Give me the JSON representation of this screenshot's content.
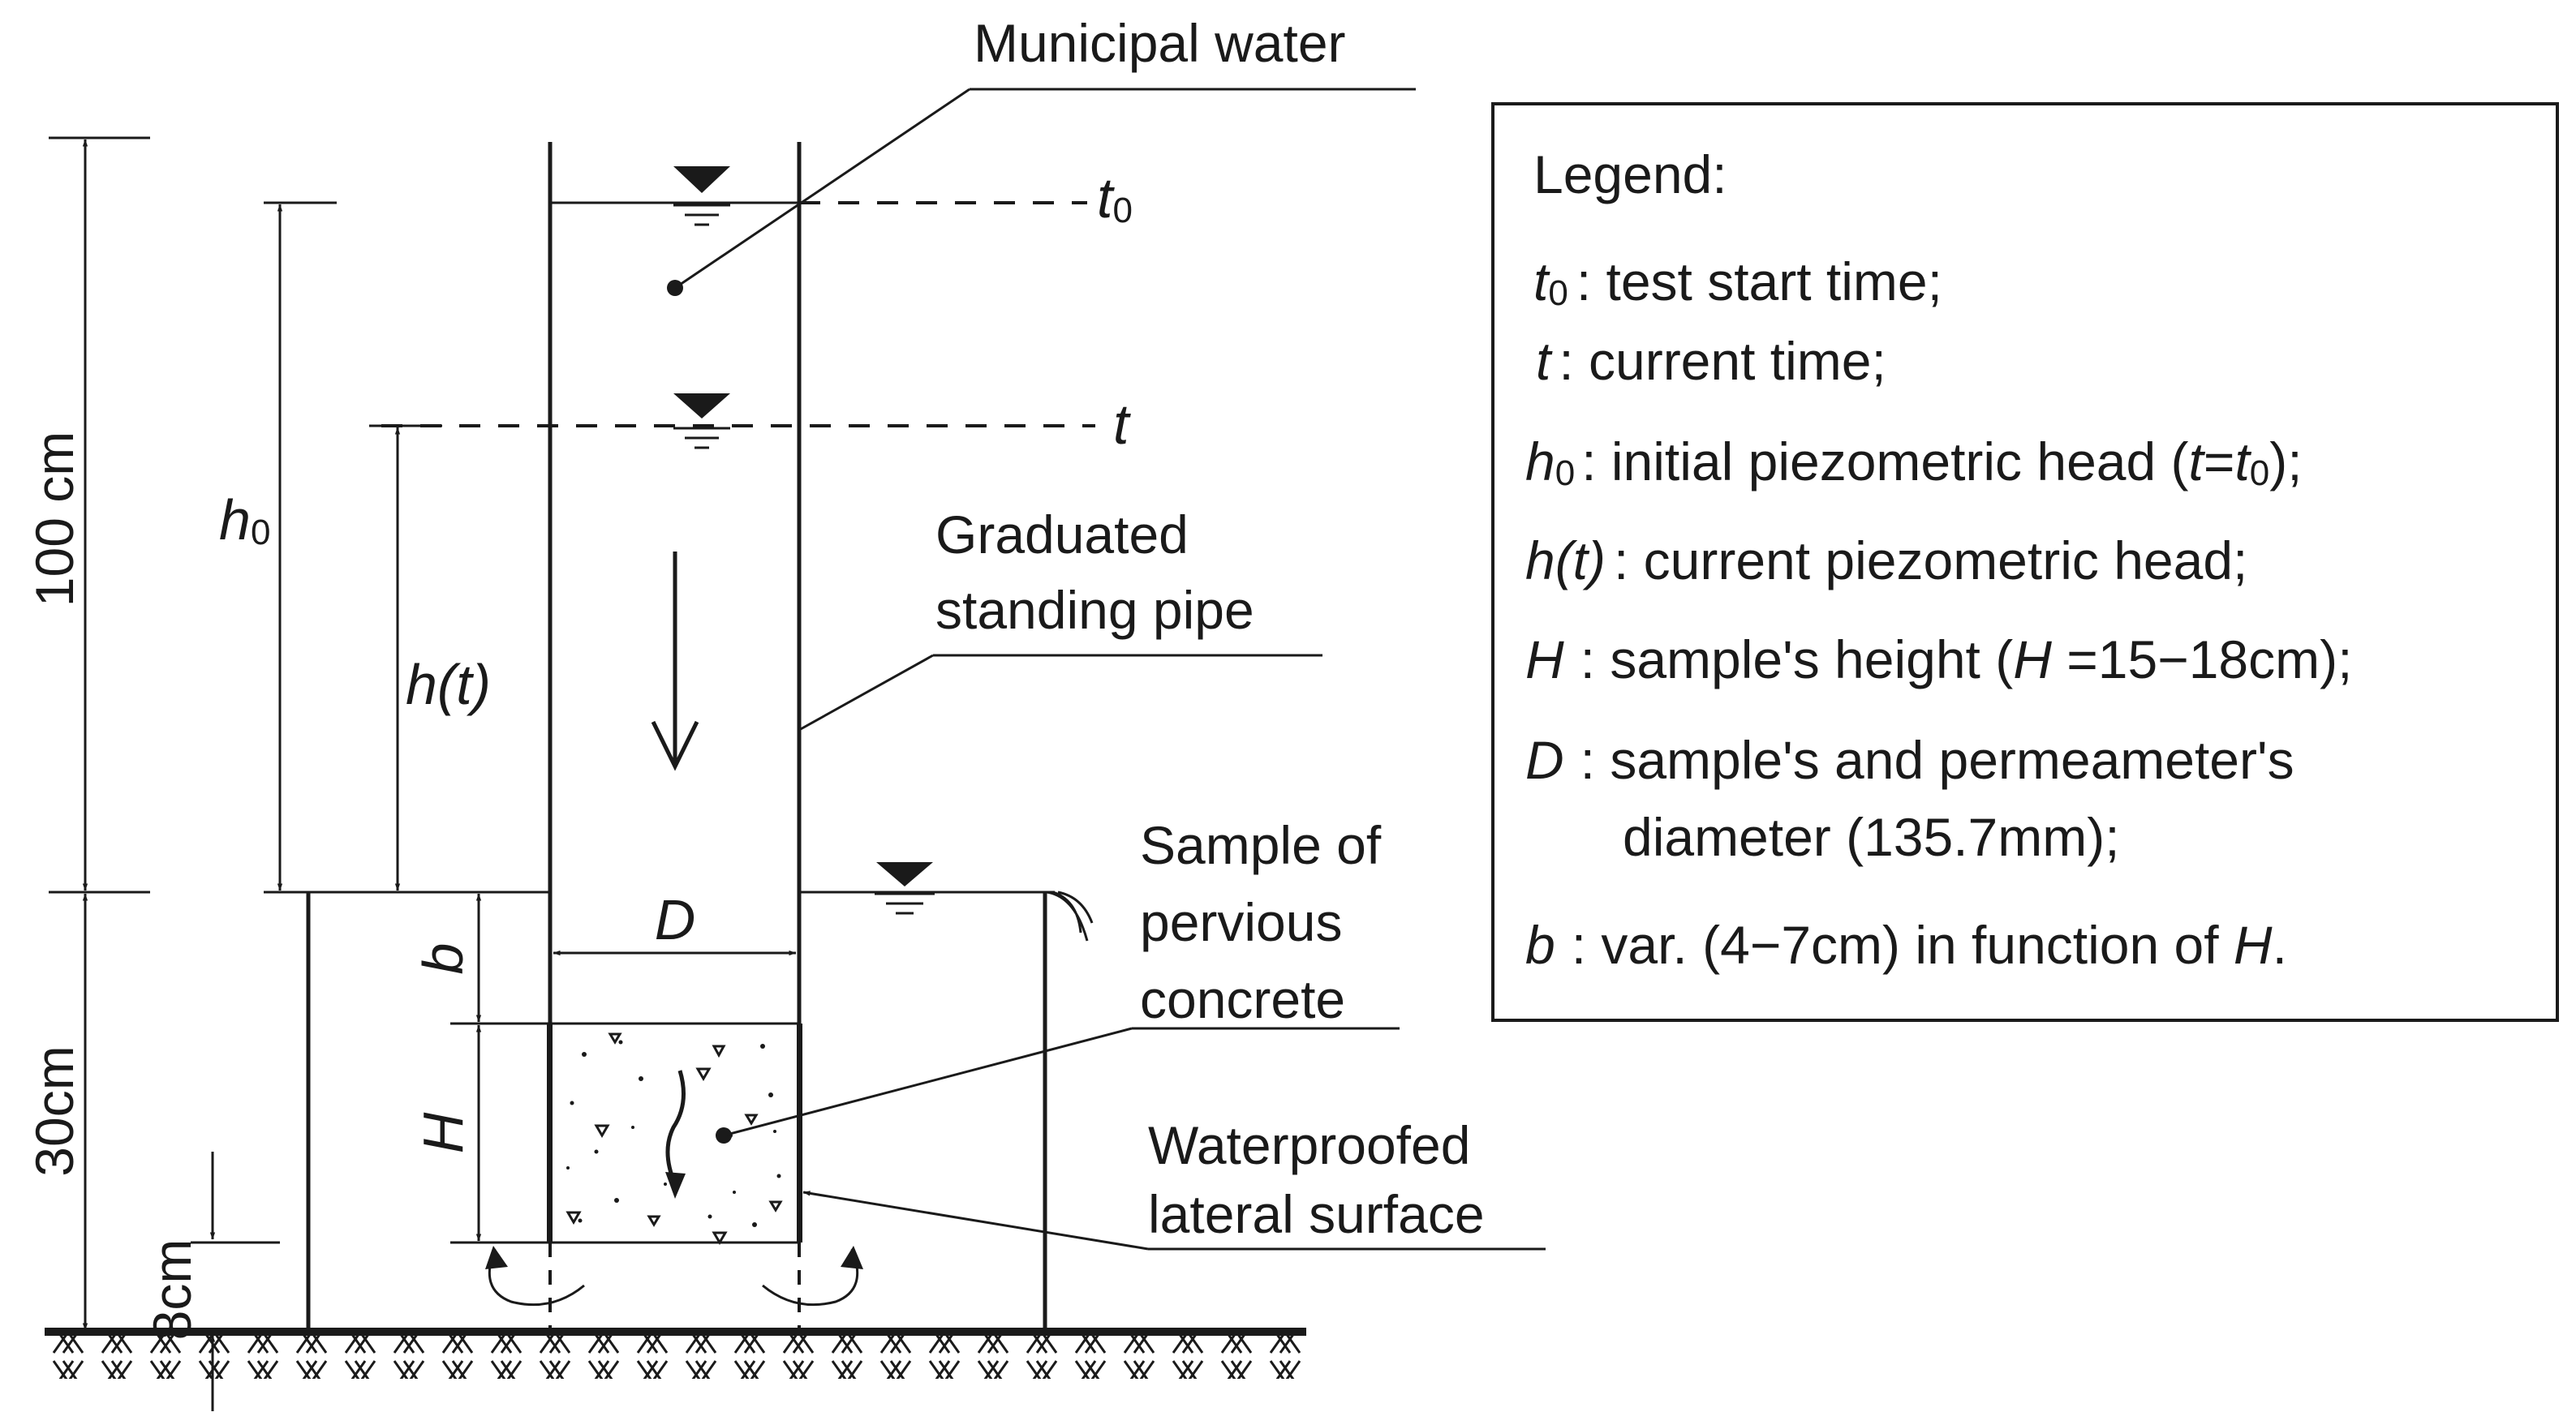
{
  "labels": {
    "municipal_water": "Municipal water",
    "graduated_line1": "Graduated",
    "graduated_line2": "standing pipe",
    "sample_line1": "Sample of",
    "sample_line2": "pervious",
    "sample_line3": "concrete",
    "waterproof_line1": "Waterproofed",
    "waterproof_line2": "lateral surface"
  },
  "symbols": {
    "t0_main": "t",
    "t0_sub": "0",
    "t": "t",
    "h0_main": "h",
    "h0_sub": "0",
    "ht": "h(t)",
    "D": "D",
    "b": "b",
    "H": "H"
  },
  "dimensions": {
    "d100": "100 cm",
    "d30": "30cm",
    "d8": "8cm"
  },
  "legend": {
    "title": "Legend:",
    "l1_sym": "t",
    "l1_sub": "0",
    "l1_text": ": test start time;",
    "l2_sym": "t",
    "l2_text": ":  current time;",
    "l3_sym": "h",
    "l3_sub": "0",
    "l3_text_a": ": initial piezometric head (",
    "l3_text_b": "t",
    "l3_text_c": "=",
    "l3_text_d": "t",
    "l3_text_e": "0",
    "l3_text_f": ");",
    "l4_sym": "h(t)",
    "l4_text": ": current piezometric head;",
    "l5_sym": "H",
    "l5_text_a": ": sample's height (",
    "l5_text_b": "H",
    "l5_text_c": " =15−18cm);",
    "l6_sym": "D",
    "l6_text_1": ": sample's and permeameter's",
    "l6_text_2": "diameter (135.7mm);",
    "l7_sym": "b",
    "l7_text_a": ": var. (4−7cm) in function of ",
    "l7_text_b": "H",
    "l7_text_c": "."
  }
}
